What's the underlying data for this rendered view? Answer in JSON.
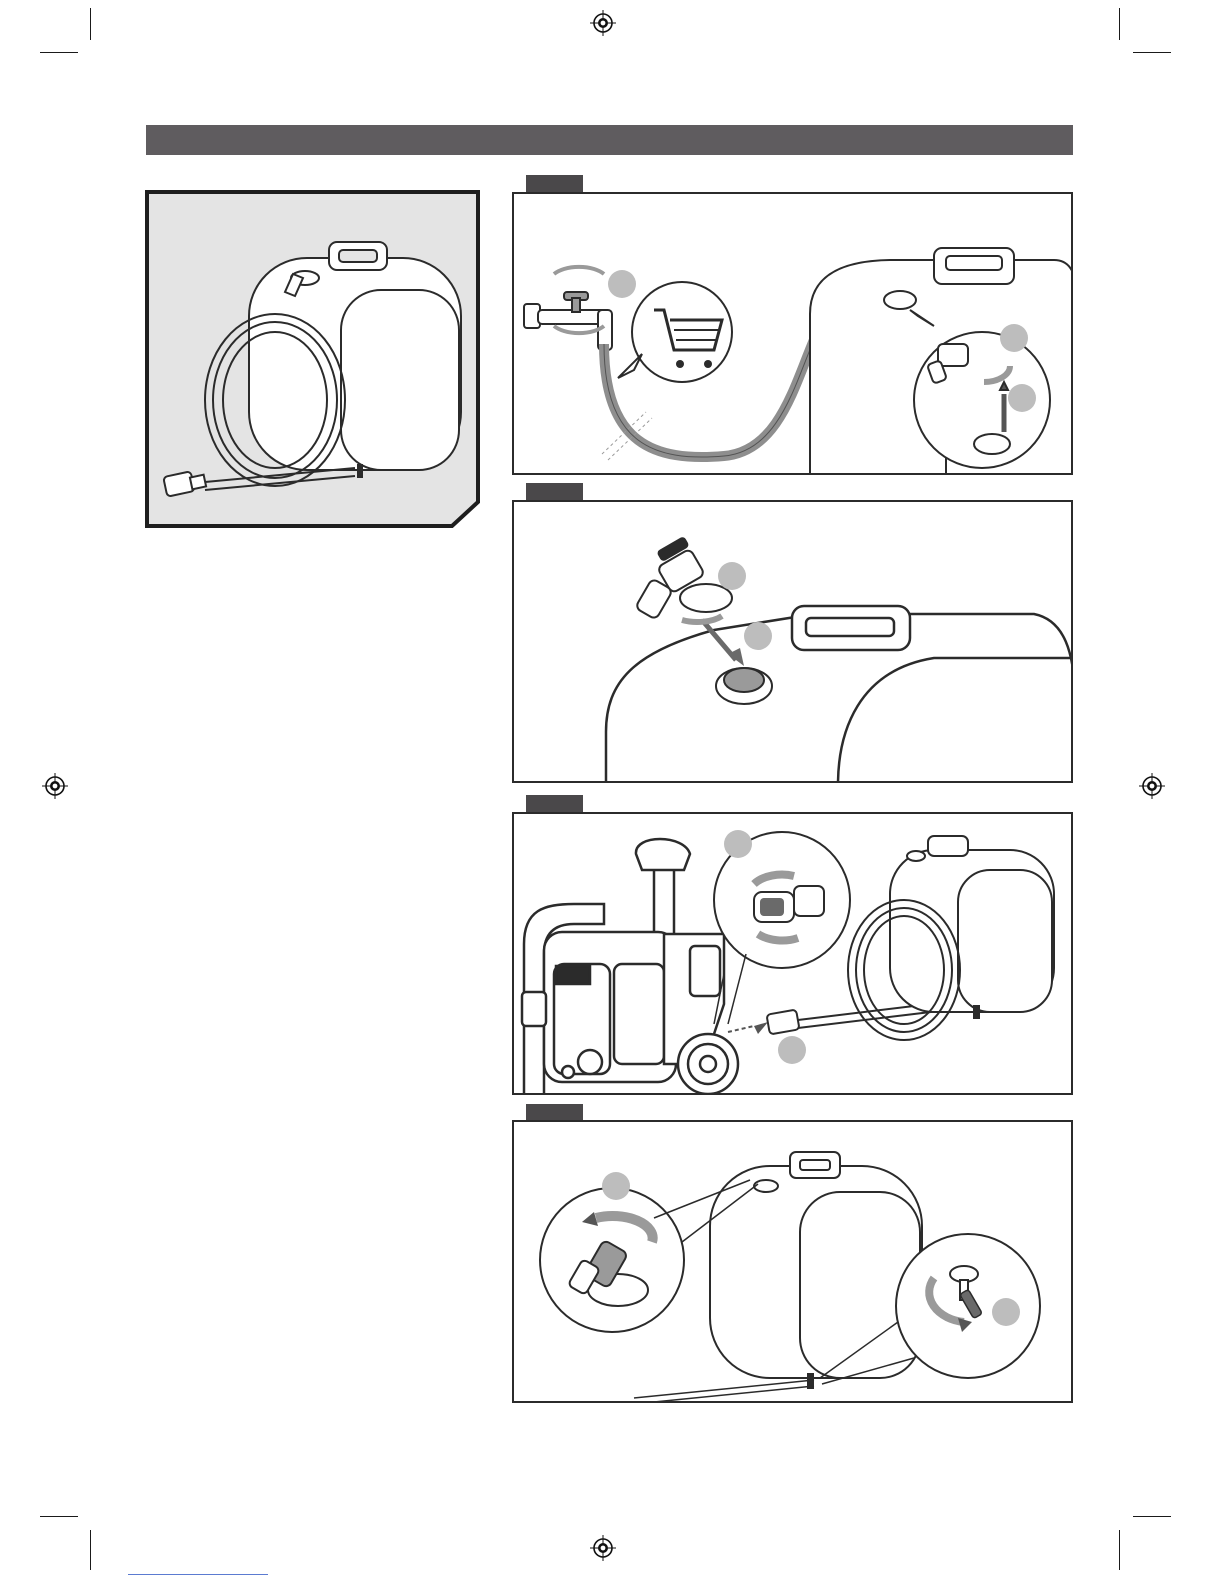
{
  "colors": {
    "header_bar": "#5f5c5f",
    "panel_bg": "#e4e4e4",
    "step_tab": "#4a484a",
    "badge": "#bdbdbd",
    "line": "#2b2b2b",
    "hose": "#8e8e8e"
  },
  "icons": {
    "overview": "water-tank-with-hose",
    "step1": [
      "faucet-icon",
      "shopping-cart-icon",
      "hose-icon",
      "tank-cap-icon"
    ],
    "step2": [
      "valve-icon",
      "tank-icon"
    ],
    "step3": [
      "pressure-washer-icon",
      "hose-connector-icon",
      "tank-icon"
    ],
    "step4": [
      "valve-icon",
      "drain-valve-icon",
      "tank-icon"
    ]
  },
  "steps": [
    {
      "id": "step-1",
      "badges": 3
    },
    {
      "id": "step-2",
      "badges": 2
    },
    {
      "id": "step-3",
      "badges": 2
    },
    {
      "id": "step-4",
      "badges": 2
    }
  ]
}
